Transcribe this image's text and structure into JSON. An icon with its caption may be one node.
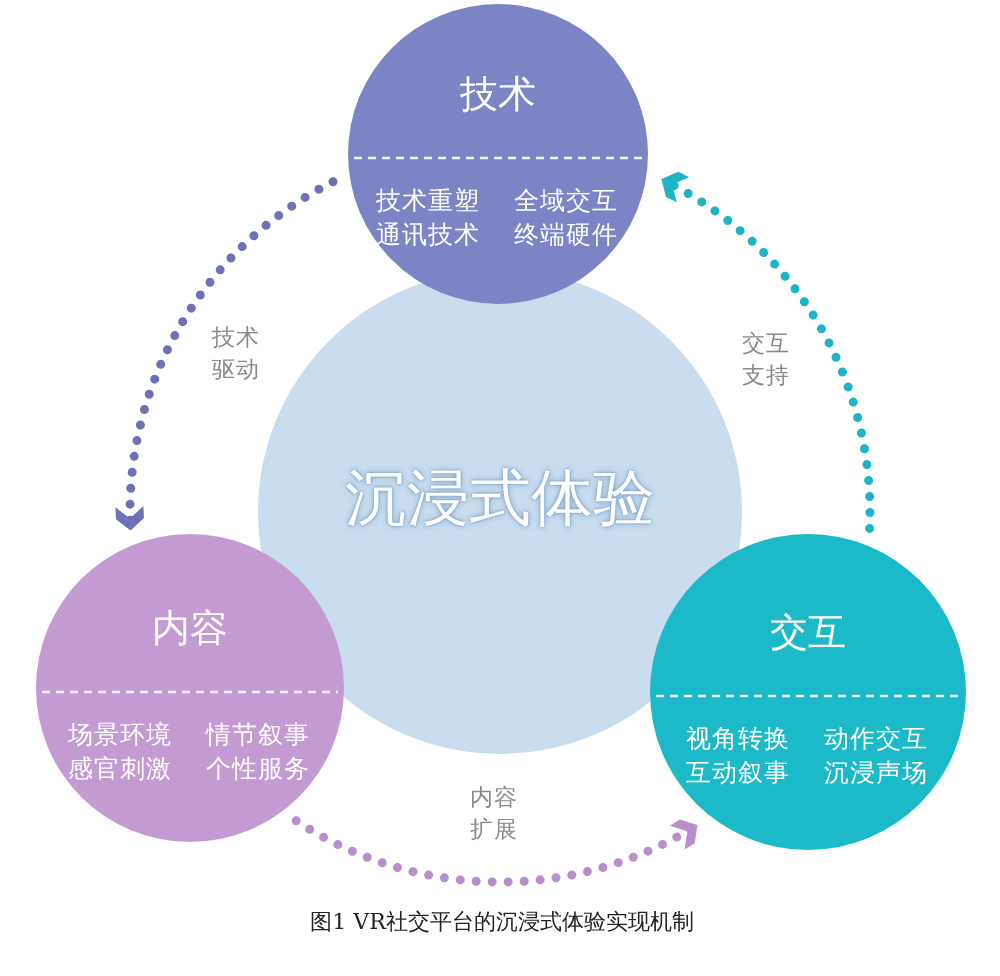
{
  "diagram": {
    "caption": "图1 VR社交平台的沉浸式体验实现机制",
    "nodes": [
      {
        "text": [
          "技术",
          "技术重塑",
          "全域交互",
          "通讯技术",
          "终端硬件"
        ]
      },
      {
        "text": [
          "沉浸式体验"
        ]
      },
      {
        "text": [
          "内容",
          "场景环境",
          "情节叙事",
          "感官刺激",
          "个性服务"
        ]
      },
      {
        "text": [
          "交互",
          "视角转换",
          "动作交互",
          "互动叙事",
          "沉浸声场"
        ]
      }
    ],
    "edges": [
      {
        "from": 0,
        "to": 2,
        "arrow": "to",
        "label": "技术驱动",
        "color": "#6e72b4"
      },
      {
        "from": 3,
        "to": 0,
        "arrow": "to",
        "label": "交互支持",
        "color": "#1db5c6"
      },
      {
        "from": 2,
        "to": 3,
        "arrow": "to",
        "label": "内容扩展",
        "color": "#b88fcc"
      }
    ]
  }
}
